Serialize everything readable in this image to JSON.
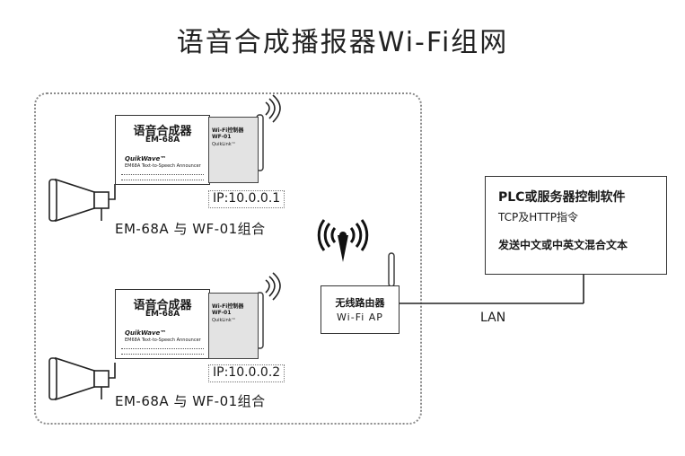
{
  "title": "语音合成播报器Wi-Fi组网",
  "units": [
    {
      "device_name": "语音合成器",
      "device_model": "EM-68A",
      "device_brand": "QuikWave™",
      "device_tagline": "EM68A Text-to-Speech Announcer",
      "module_line1": "Wi-Fi控制器",
      "module_line2": "WF-01",
      "module_line3": "QuikLink™",
      "ip": "IP:10.0.0.1",
      "combo_label": "EM-68A 与 WF-01组合"
    },
    {
      "device_name": "语音合成器",
      "device_model": "EM-68A",
      "device_brand": "QuikWave™",
      "device_tagline": "EM68A Text-to-Speech Announcer",
      "module_line1": "Wi-Fi控制器",
      "module_line2": "WF-01",
      "module_line3": "QuikLink™",
      "ip": "IP:10.0.0.2",
      "combo_label": "EM-68A 与 WF-01组合"
    }
  ],
  "router": {
    "line1": "无线路由器",
    "line2": "Wi-Fi AP"
  },
  "plc": {
    "line1": "PLC或服务器控制软件",
    "line2": "TCP及HTTP指令",
    "line3": "发送中文或中英文混合文本"
  },
  "lan_label": "LAN",
  "icons": [
    "wifi-signal-icon",
    "antenna-icon",
    "horn-speaker-icon"
  ]
}
